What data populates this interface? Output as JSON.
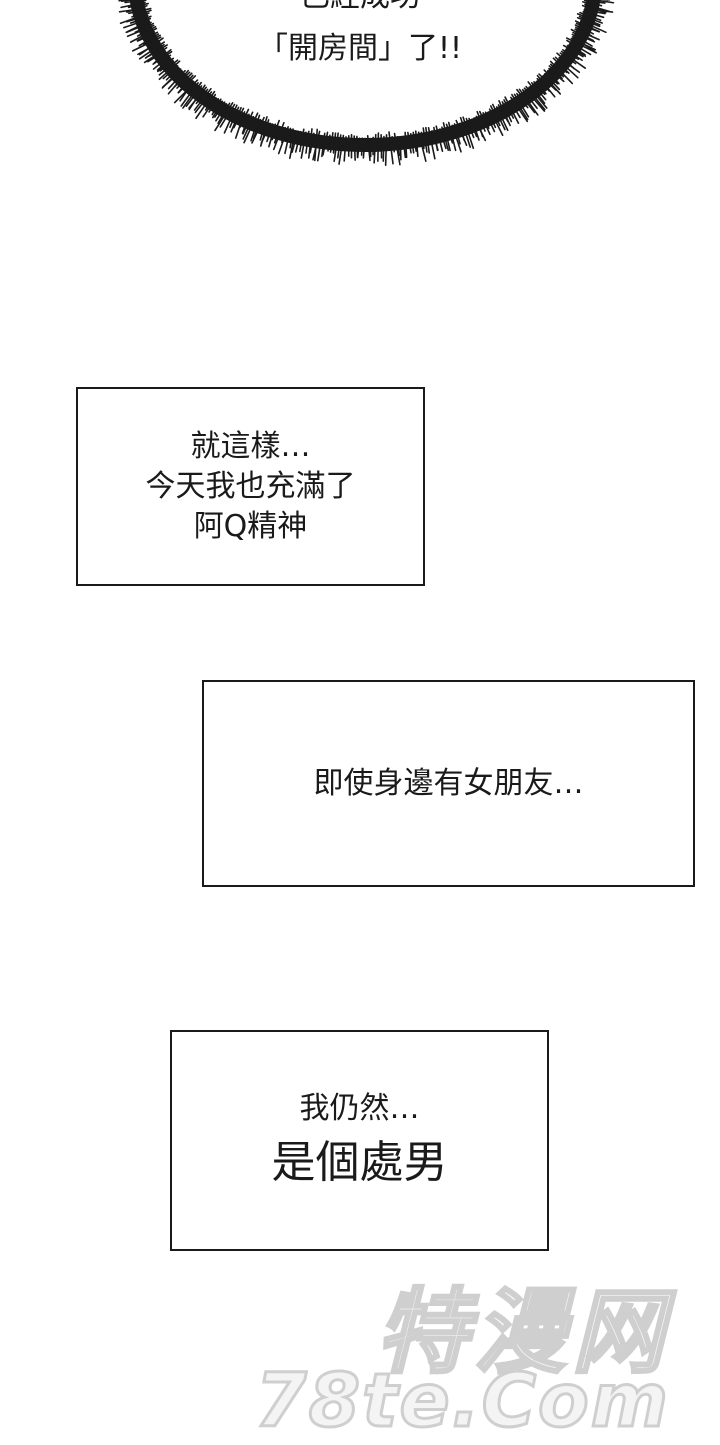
{
  "balloon": {
    "line1": "已經成功",
    "line2": "「開房間」了!!"
  },
  "captions": [
    {
      "lines": [
        "就這樣…",
        "今天我也充滿了",
        "阿Q精神"
      ]
    },
    {
      "lines": [
        "即使身邊有女朋友…"
      ]
    },
    {
      "lines": [
        "我仍然…"
      ],
      "emphasis": "是個處男"
    }
  ],
  "watermark": {
    "line1": "特漫网",
    "line2": "78te.Com"
  },
  "colors": {
    "ink": "#1a1a1a",
    "background": "#ffffff",
    "watermark_outline": "#cfcfcf"
  }
}
